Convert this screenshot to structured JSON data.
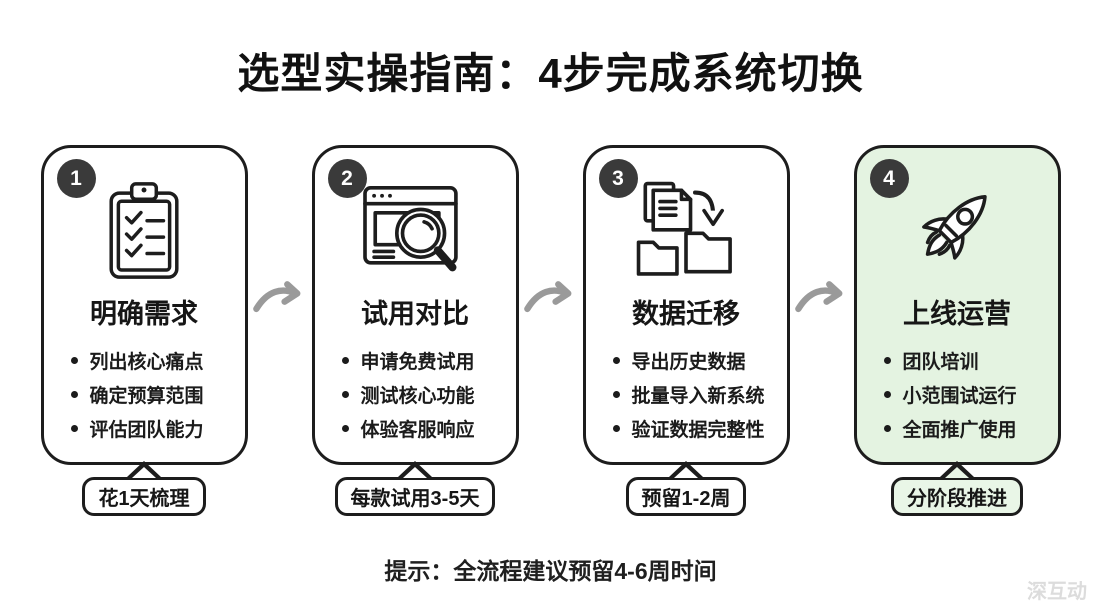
{
  "title": "选型实操指南：4步完成系统切换",
  "steps": [
    {
      "number": "1",
      "title": "明确需求",
      "icon": "clipboard-checklist-icon",
      "bullets": [
        "列出核心痛点",
        "确定预算范围",
        "评估团队能力"
      ],
      "tag": "花1天梳理",
      "highlight": false
    },
    {
      "number": "2",
      "title": "试用对比",
      "icon": "browser-search-icon",
      "bullets": [
        "申请免费试用",
        "测试核心功能",
        "体验客服响应"
      ],
      "tag": "每款试用3-5天",
      "highlight": false
    },
    {
      "number": "3",
      "title": "数据迁移",
      "icon": "data-migration-icon",
      "bullets": [
        "导出历史数据",
        "批量导入新系统",
        "验证数据完整性"
      ],
      "tag": "预留1-2周",
      "highlight": false
    },
    {
      "number": "4",
      "title": "上线运营",
      "icon": "rocket-icon",
      "bullets": [
        "团队培训",
        "小范围试运行",
        "全面推广使用"
      ],
      "tag": "分阶段推进",
      "highlight": true
    }
  ],
  "footer": {
    "tip": "提示：全流程建议预留4-6周时间",
    "watermark": "深互动"
  },
  "colors": {
    "card_border": "#1d1d1d",
    "badge_bg": "#3a3a3a",
    "arrow": "#9a9a9a",
    "highlight_card_bg": "#e4f3e1",
    "highlight_tag_bg": "#e9f6e7",
    "watermark": "#dcdcdc"
  }
}
